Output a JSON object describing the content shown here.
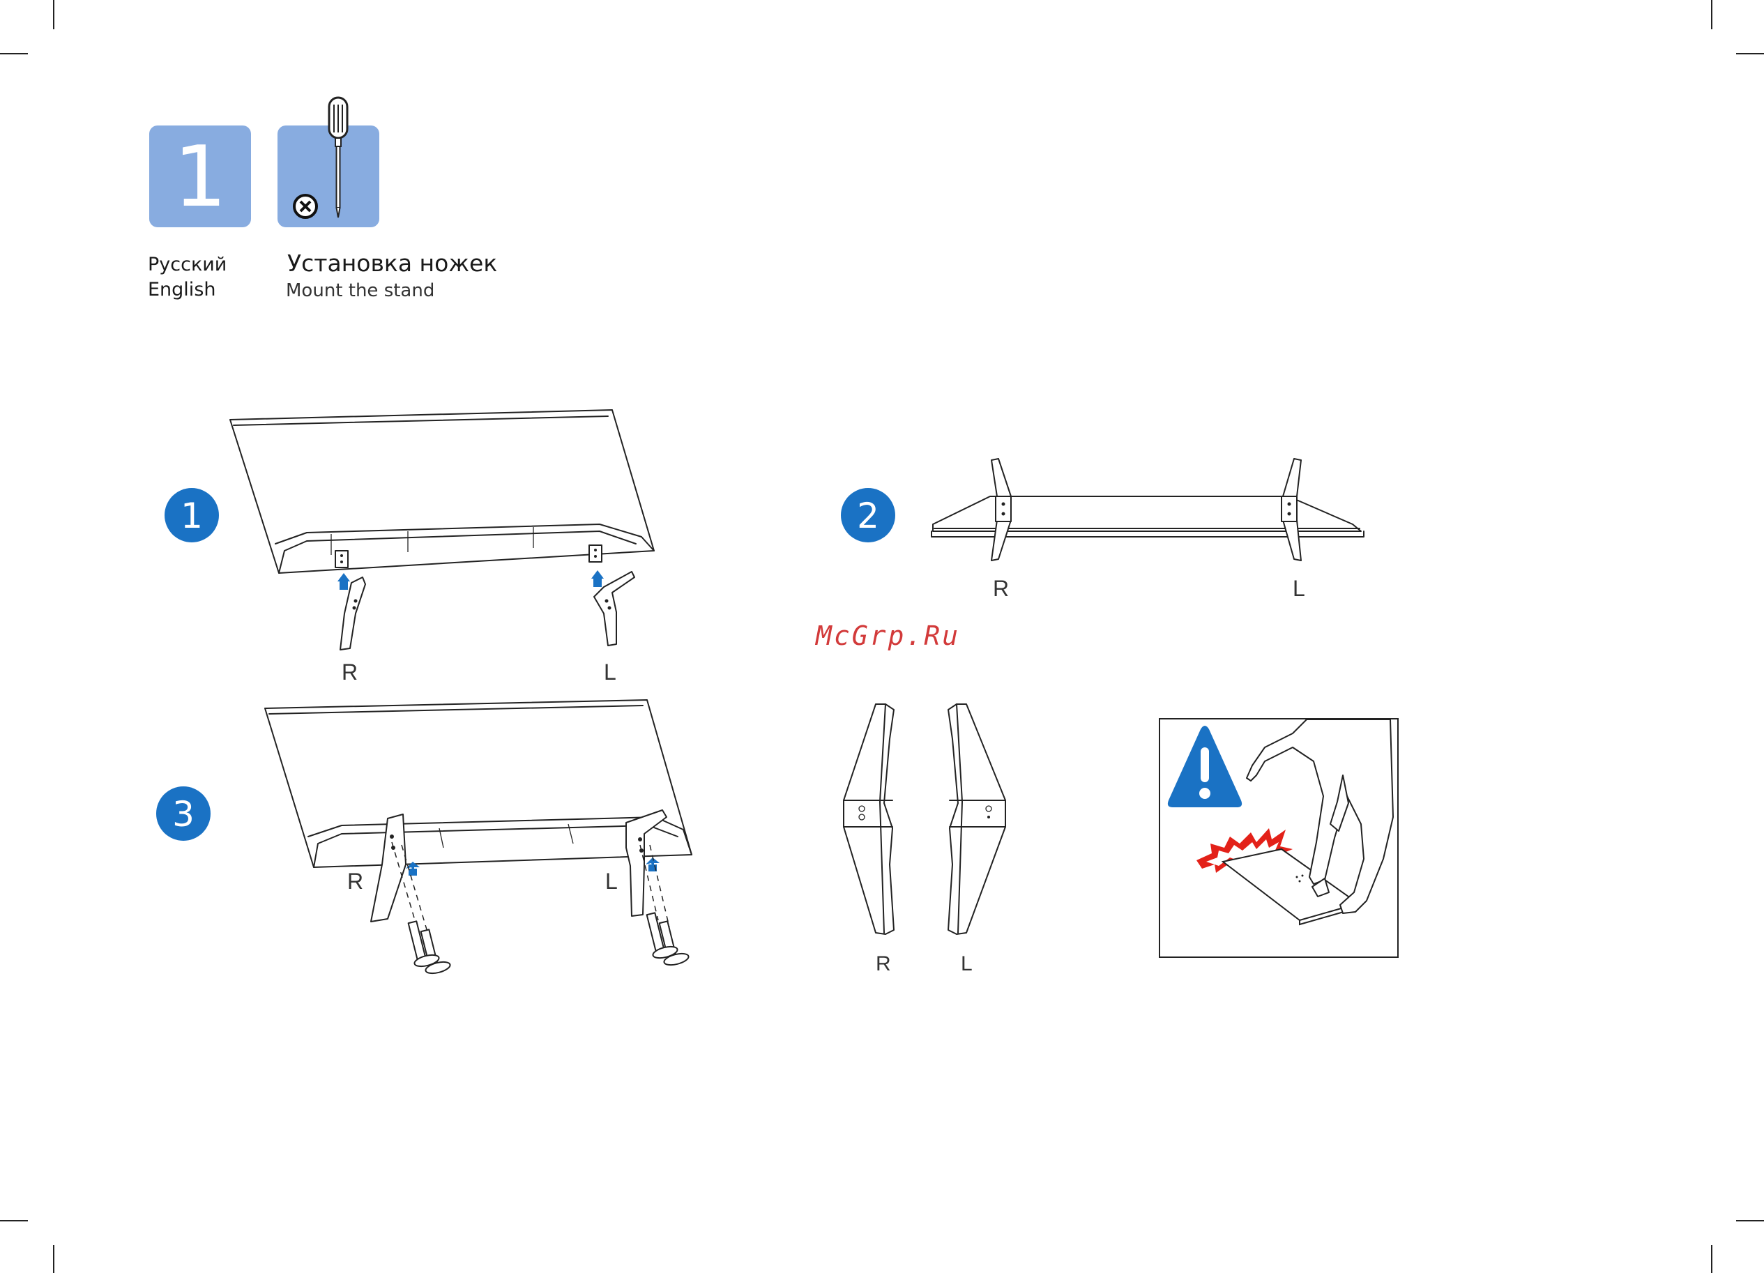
{
  "header": {
    "step_number": "1",
    "languages": [
      "Русский",
      "English"
    ],
    "title_ru": "Установка ножек",
    "title_en": "Mount the stand"
  },
  "tool": {
    "icon": "phillips-screwdriver-icon",
    "screw_head_icon": "cross-head-screw-icon"
  },
  "steps": [
    {
      "number": "1",
      "label_right": "R",
      "label_left": "L"
    },
    {
      "number": "2",
      "label_right": "R",
      "label_left": "L"
    },
    {
      "number": "3",
      "label_right": "R",
      "label_left": "L"
    }
  ],
  "stand_legs": {
    "label_right": "R",
    "label_left": "L"
  },
  "warning": {
    "icon": "warning-triangle-icon"
  },
  "watermark": "McGrp.Ru",
  "colors": {
    "tile_blue": "#88ace0",
    "badge_blue": "#1a72c4",
    "warning_red": "#e32119",
    "watermark_red": "#d23a3a"
  }
}
